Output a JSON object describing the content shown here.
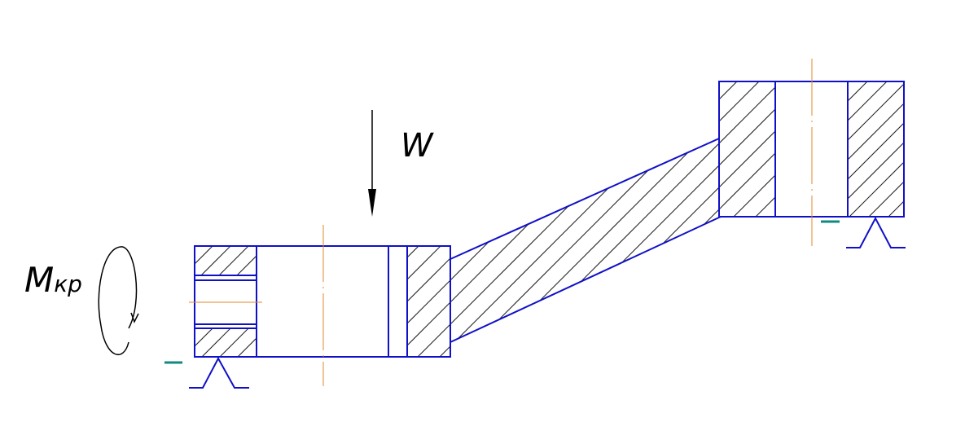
{
  "labels": {
    "force": "W",
    "torque_main": "M",
    "torque_sub": "кр"
  },
  "colors": {
    "outline": "#1010c8",
    "hatch": "#1a1a1a",
    "centerline": "#e08a2a",
    "arrow": "#000000",
    "datum": "#128a80"
  }
}
